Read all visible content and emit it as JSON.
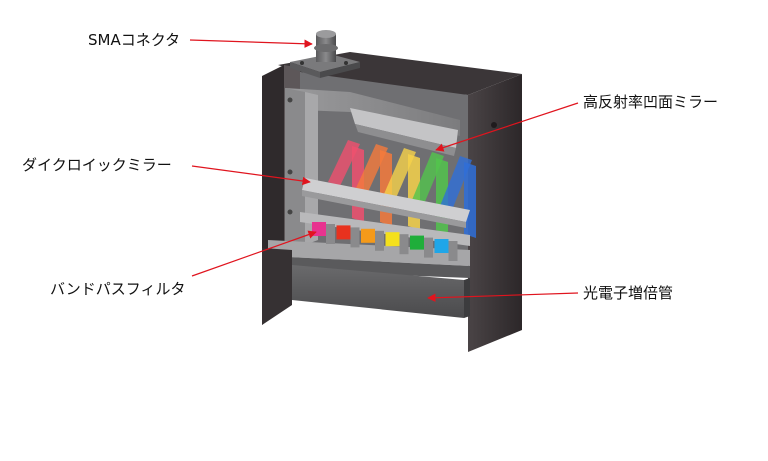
{
  "labels": {
    "sma_connector": "SMAコネクタ",
    "concave_mirror": "高反射率凹面ミラー",
    "dichroic_mirror": "ダイクロイックミラー",
    "bandpass_filter": "バンドパスフィルタ",
    "pmt": "光電子増倍管"
  },
  "colors": {
    "arrow": "#e0141e",
    "housing_dark": "#3a3537",
    "frame_gray": "#8e8e90",
    "frame_light": "#b6b6b8"
  },
  "beams": [
    {
      "name": "red",
      "color": "#f0506e"
    },
    {
      "name": "orange",
      "color": "#f57a3c"
    },
    {
      "name": "yellow",
      "color": "#f6d24a"
    },
    {
      "name": "green",
      "color": "#52c44c"
    },
    {
      "name": "blue",
      "color": "#2f6fd8"
    }
  ],
  "filters": [
    {
      "name": "magenta",
      "color": "#e8338f"
    },
    {
      "name": "red",
      "color": "#e8321e"
    },
    {
      "name": "orange",
      "color": "#f59a1a"
    },
    {
      "name": "yellow",
      "color": "#f4e01c"
    },
    {
      "name": "green",
      "color": "#1fae3a"
    },
    {
      "name": "cyan",
      "color": "#1fa6e8"
    }
  ]
}
